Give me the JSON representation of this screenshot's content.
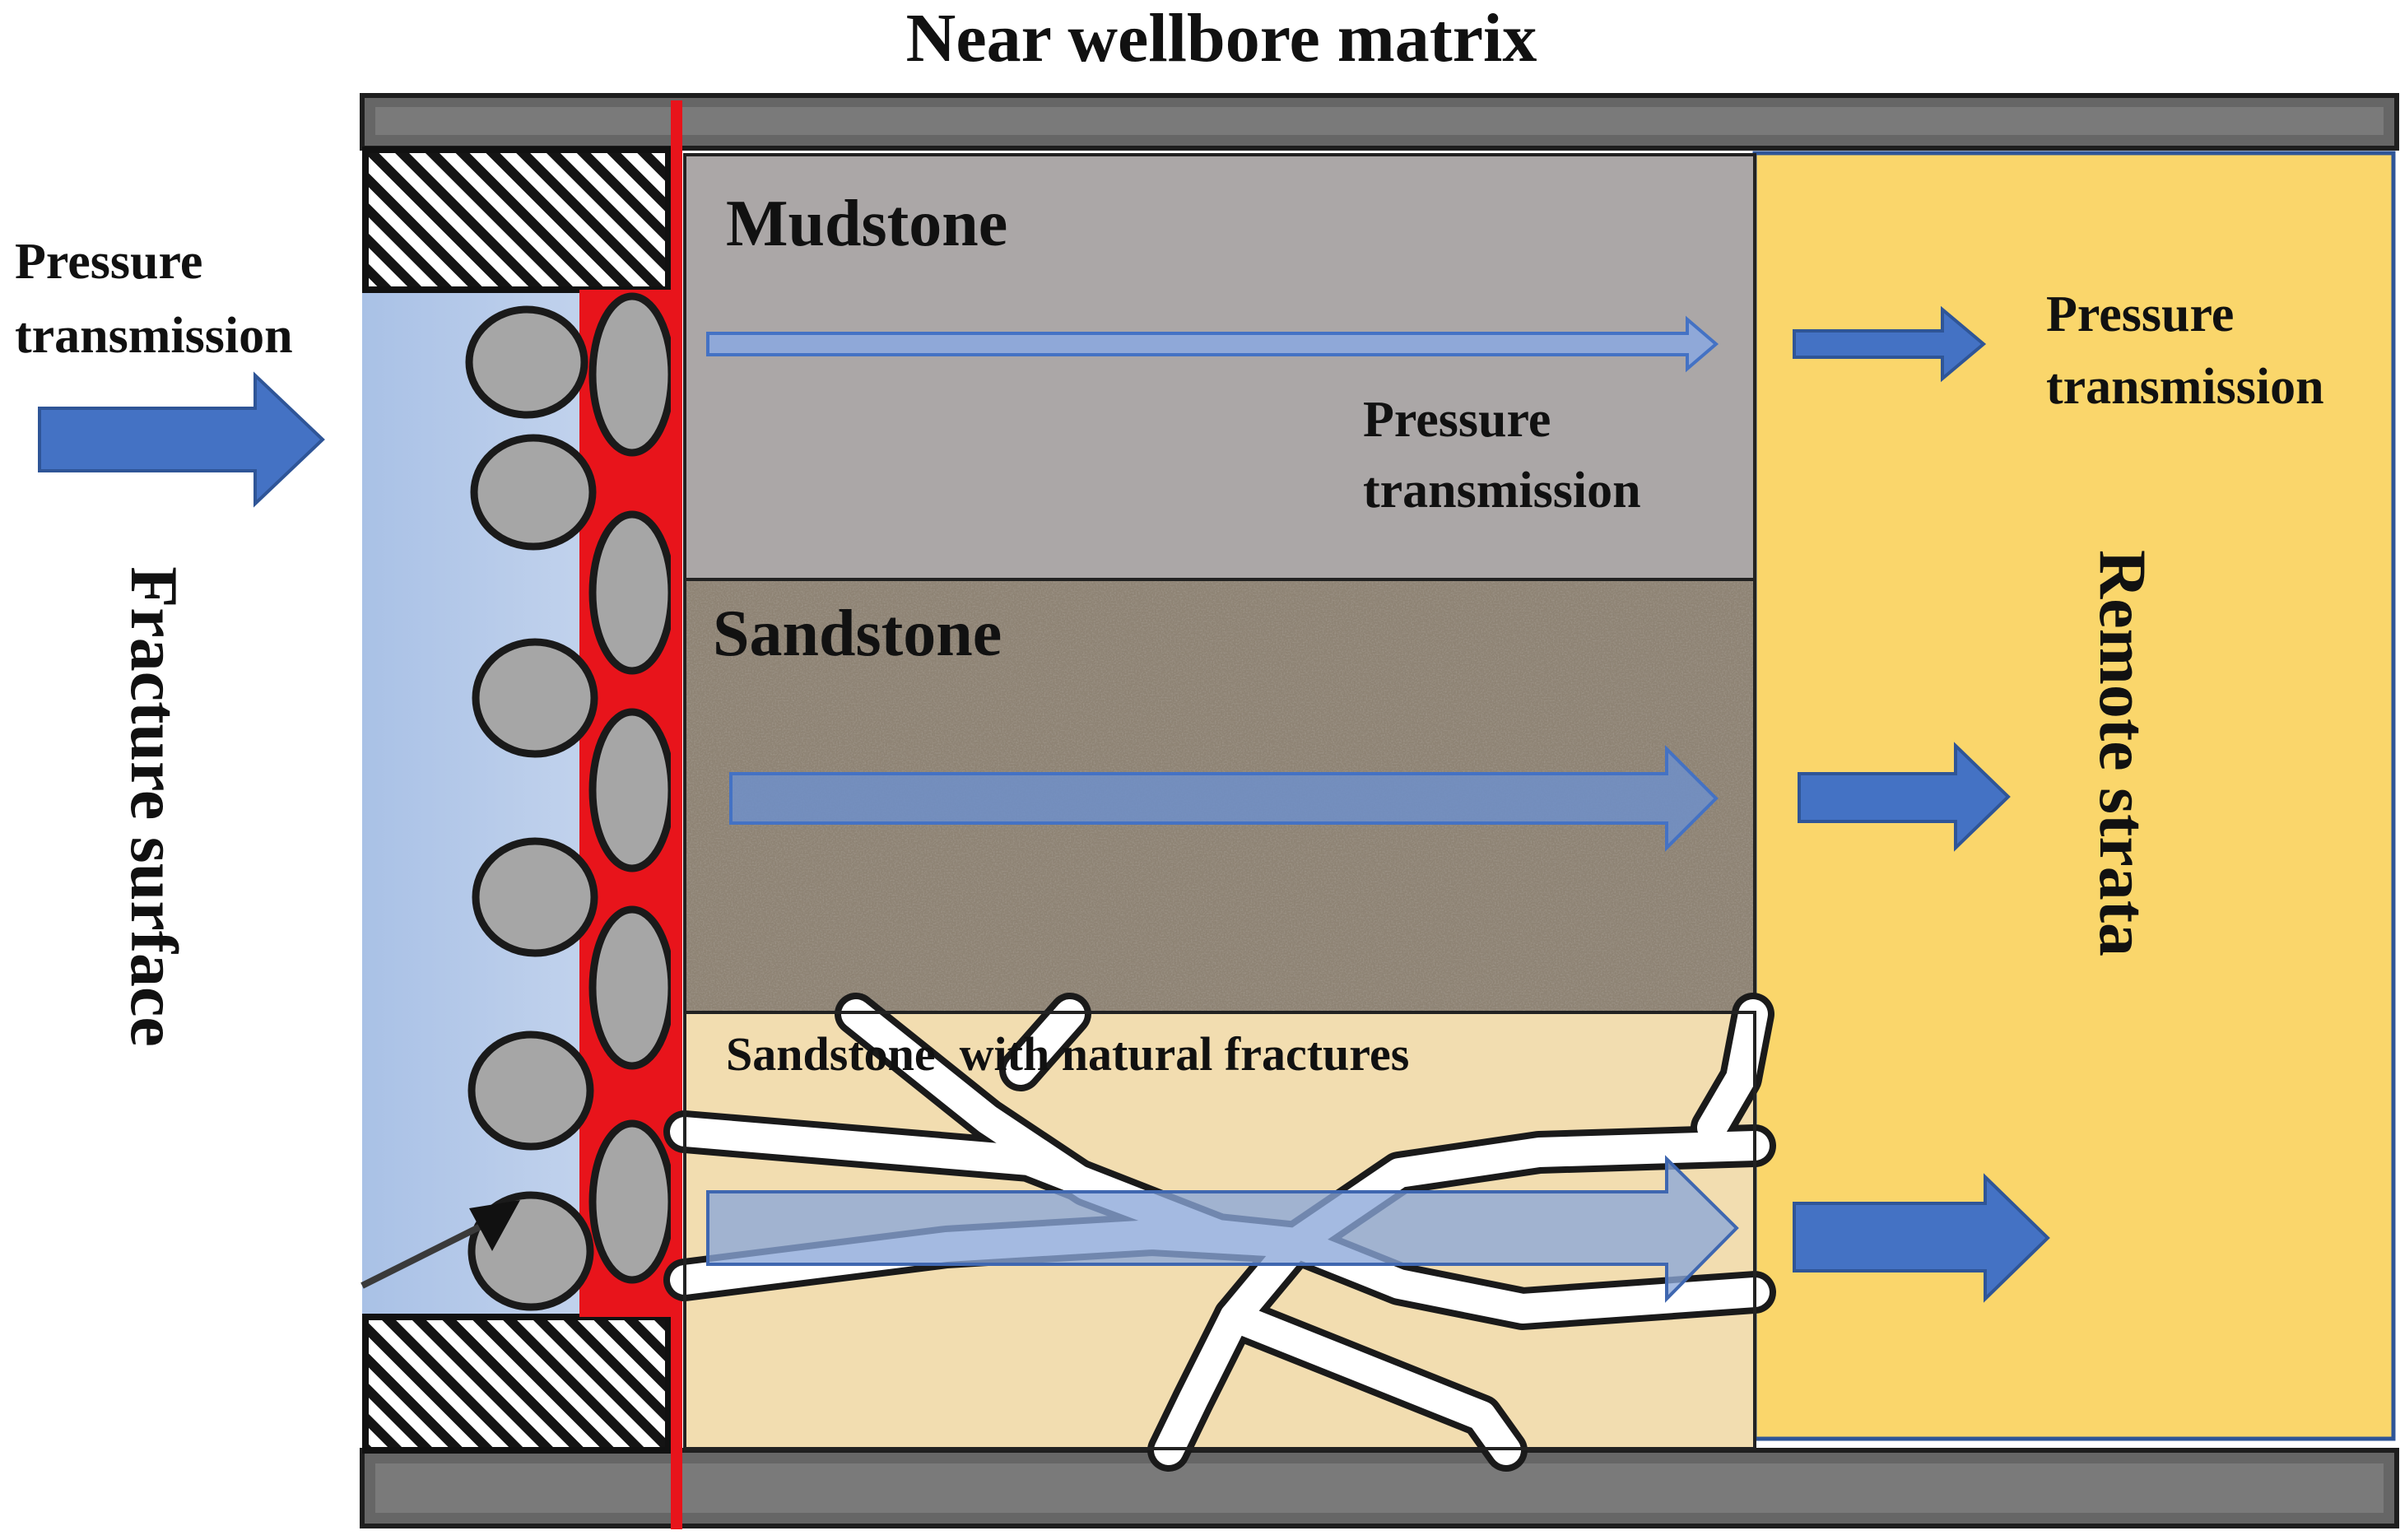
{
  "title": "Near wellbore matrix",
  "left": {
    "pressure_label_line1": "Pressure",
    "pressure_label_line2": "transmission",
    "fracture_surface_label": "Fracture surface"
  },
  "layers": {
    "mudstone": {
      "name": "Mudstone",
      "pressure_label_line1": "Pressure",
      "pressure_label_line2": "transmission"
    },
    "sandstone": {
      "name": "Sandstone"
    },
    "fractured_sandstone": {
      "name": "Sandstone  with natural fractures"
    }
  },
  "right": {
    "pressure_label_line1": "Pressure",
    "pressure_label_line2": "transmission",
    "remote_strata_label": "Remote strata"
  },
  "colors": {
    "arrow_blue": "#4472c4",
    "mudstone": "#aba7a7",
    "sandstone": "#8e8374",
    "fractured_sandstone": "#f2ddb0",
    "remote_strata": "#fad66b",
    "proppant_bed": "#e8141b",
    "proppant_grain": "#a6a6a6",
    "fracture_fluid": "#b9cce8",
    "casing": "#666666"
  }
}
